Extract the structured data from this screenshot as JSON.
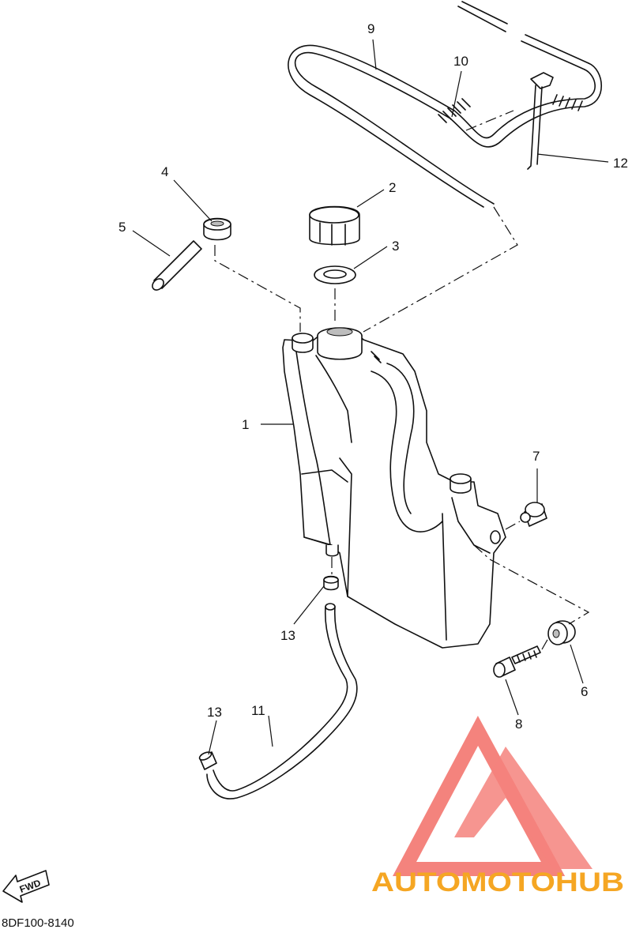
{
  "diagram": {
    "drawing_code": "8DF100-8140",
    "fwd_label": "FWD",
    "parts": [
      {
        "num": "1"
      },
      {
        "num": "2"
      },
      {
        "num": "3"
      },
      {
        "num": "4"
      },
      {
        "num": "5"
      },
      {
        "num": "6"
      },
      {
        "num": "7"
      },
      {
        "num": "8"
      },
      {
        "num": "9"
      },
      {
        "num": "10"
      },
      {
        "num": "11"
      },
      {
        "num": "12"
      },
      {
        "num": "13"
      },
      {
        "num": "13"
      }
    ]
  },
  "watermark": {
    "brand_text": "AUTOMOTOHUB",
    "colors": {
      "logo": "#f4837d",
      "text_orange": "#f5a623",
      "text_gray": "#7a7a7a"
    }
  }
}
